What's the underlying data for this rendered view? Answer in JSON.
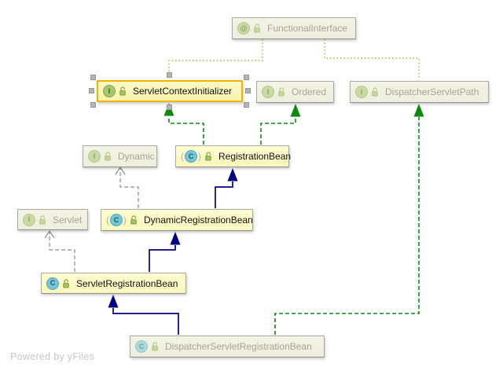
{
  "diagram": {
    "title_context": "UML class diagram",
    "footer": {
      "text": "Powered by yFiles"
    },
    "nodes": [
      {
        "id": "functional-interface",
        "label": "FunctionalInterface",
        "kind": "annotation",
        "icon": "annotation-icon",
        "icon_glyph": "@",
        "state": "dimmed"
      },
      {
        "id": "servlet-context-initializer",
        "label": "ServletContextInitializer",
        "kind": "interface",
        "icon": "interface-icon",
        "icon_glyph": "I",
        "state": "selected"
      },
      {
        "id": "ordered",
        "label": "Ordered",
        "kind": "interface",
        "icon": "interface-icon",
        "icon_glyph": "I",
        "state": "dimmed"
      },
      {
        "id": "dispatcher-servlet-path",
        "label": "DispatcherServletPath",
        "kind": "interface",
        "icon": "interface-icon",
        "icon_glyph": "I",
        "state": "dimmed"
      },
      {
        "id": "dynamic",
        "label": "Dynamic",
        "kind": "interface",
        "icon": "interface-icon",
        "icon_glyph": "I",
        "state": "dimmed"
      },
      {
        "id": "registration-bean",
        "label": "RegistrationBean",
        "kind": "abstract-class",
        "icon": "abstract-class-icon",
        "icon_glyph": "C",
        "state": "normal"
      },
      {
        "id": "servlet",
        "label": "Servlet",
        "kind": "interface",
        "icon": "interface-icon",
        "icon_glyph": "I",
        "state": "dimmed"
      },
      {
        "id": "dynamic-registration-bean",
        "label": "DynamicRegistrationBean",
        "kind": "abstract-class",
        "icon": "abstract-class-icon",
        "icon_glyph": "C",
        "state": "normal"
      },
      {
        "id": "servlet-registration-bean",
        "label": "ServletRegistrationBean",
        "kind": "class",
        "icon": "class-icon",
        "icon_glyph": "C",
        "state": "normal"
      },
      {
        "id": "dispatcher-servlet-registration-bean",
        "label": "DispatcherServletRegistrationBean",
        "kind": "class",
        "icon": "class-icon",
        "icon_glyph": "C",
        "state": "dimmed"
      }
    ],
    "edges": [
      {
        "from": "ServletContextInitializer",
        "to": "FunctionalInterface",
        "type": "annotated-by",
        "style": "dotted-olive"
      },
      {
        "from": "DispatcherServletPath",
        "to": "FunctionalInterface",
        "type": "annotated-by",
        "style": "dotted-olive"
      },
      {
        "from": "RegistrationBean",
        "to": "ServletContextInitializer",
        "type": "implements",
        "style": "dashed-green"
      },
      {
        "from": "RegistrationBean",
        "to": "Ordered",
        "type": "implements",
        "style": "dashed-green"
      },
      {
        "from": "DynamicRegistrationBean",
        "to": "Dynamic",
        "type": "dependency",
        "style": "dashed-gray"
      },
      {
        "from": "DynamicRegistrationBean",
        "to": "RegistrationBean",
        "type": "extends",
        "style": "solid-navy"
      },
      {
        "from": "ServletRegistrationBean",
        "to": "Servlet",
        "type": "dependency",
        "style": "dashed-gray"
      },
      {
        "from": "ServletRegistrationBean",
        "to": "DynamicRegistrationBean",
        "type": "extends",
        "style": "solid-navy"
      },
      {
        "from": "DispatcherServletRegistrationBean",
        "to": "ServletRegistrationBean",
        "type": "extends",
        "style": "solid-navy"
      },
      {
        "from": "DispatcherServletRegistrationBean",
        "to": "DispatcherServletPath",
        "type": "implements",
        "style": "dashed-green"
      }
    ],
    "colors": {
      "extends_edge": "#000080",
      "implements_edge": "#0c8a0c",
      "dependency_edge": "#8c8c8c",
      "annotation_edge": "#adb53f",
      "selection_border": "#f0b400",
      "node_fill": "#fdfac8",
      "node_fill_dimmed": "#f1f1e1",
      "class_icon_fill": "#76c6d6",
      "interface_icon_fill": "#a7c96e"
    }
  }
}
